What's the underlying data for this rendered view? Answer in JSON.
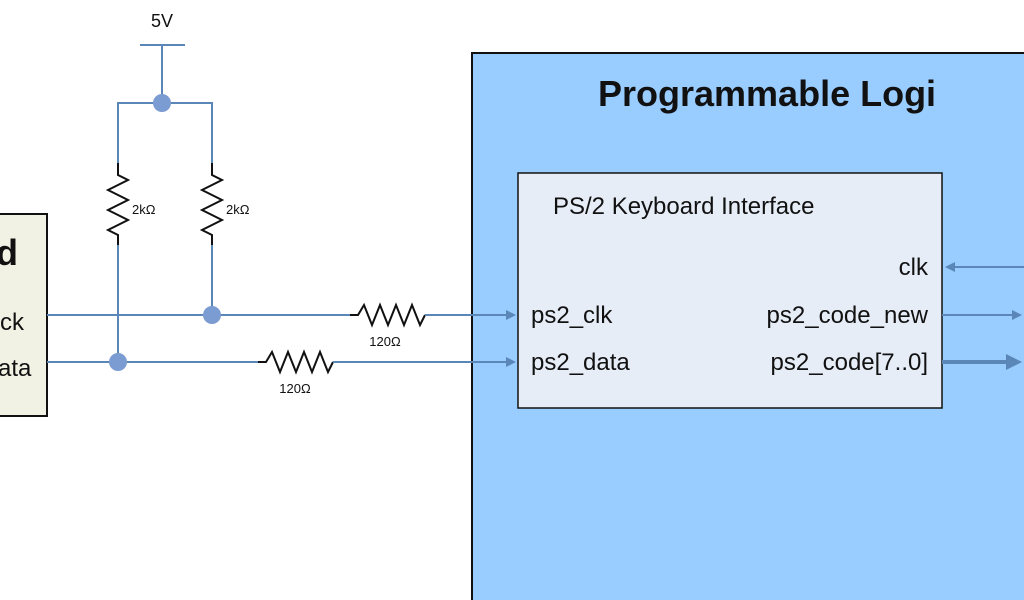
{
  "supply": {
    "label": "5V"
  },
  "pullups": [
    {
      "value": "2kΩ"
    },
    {
      "value": "2kΩ"
    }
  ],
  "series_resistors": [
    {
      "value": "120Ω"
    },
    {
      "value": "120Ω"
    }
  ],
  "keyboard_block": {
    "title_fragment": "d",
    "clock_fragment": "ck",
    "data_fragment": "ata"
  },
  "fpga_block": {
    "title": "Programmable Logi"
  },
  "interface_block": {
    "title": "PS/2 Keyboard Interface",
    "inputs": [
      "ps2_clk",
      "ps2_data"
    ],
    "outputs": [
      "clk",
      "ps2_code_new",
      "ps2_code[7..0]"
    ]
  },
  "colors": {
    "fpga_fill": "#99ccff",
    "interface_fill": "#e6edf7",
    "keyboard_fill": "#f2f2e4",
    "wire": "#5b86b8",
    "node": "#7b9cd3"
  }
}
